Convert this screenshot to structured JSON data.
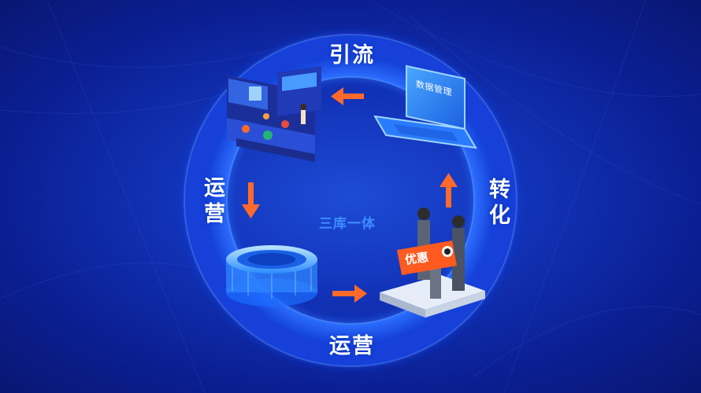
{
  "cycle": {
    "top_label": "引流",
    "right_label": "转化",
    "bottom_label": "运营",
    "left_label": "运营",
    "center_label": "三库一体"
  },
  "laptop": {
    "screen_text": "数据管理"
  },
  "coupon": {
    "text": "优惠"
  },
  "colors": {
    "ring": "#1f63ff",
    "ring_glow": "#3a8bff",
    "arrow": "#ff6a2b",
    "background": "#0b1f93",
    "center_text": "#3f8cff"
  },
  "icons": [
    "laptop-icon",
    "dashboard-panel-icon",
    "database-cylinder-icon",
    "people-platform-icon",
    "coupon-icon"
  ]
}
